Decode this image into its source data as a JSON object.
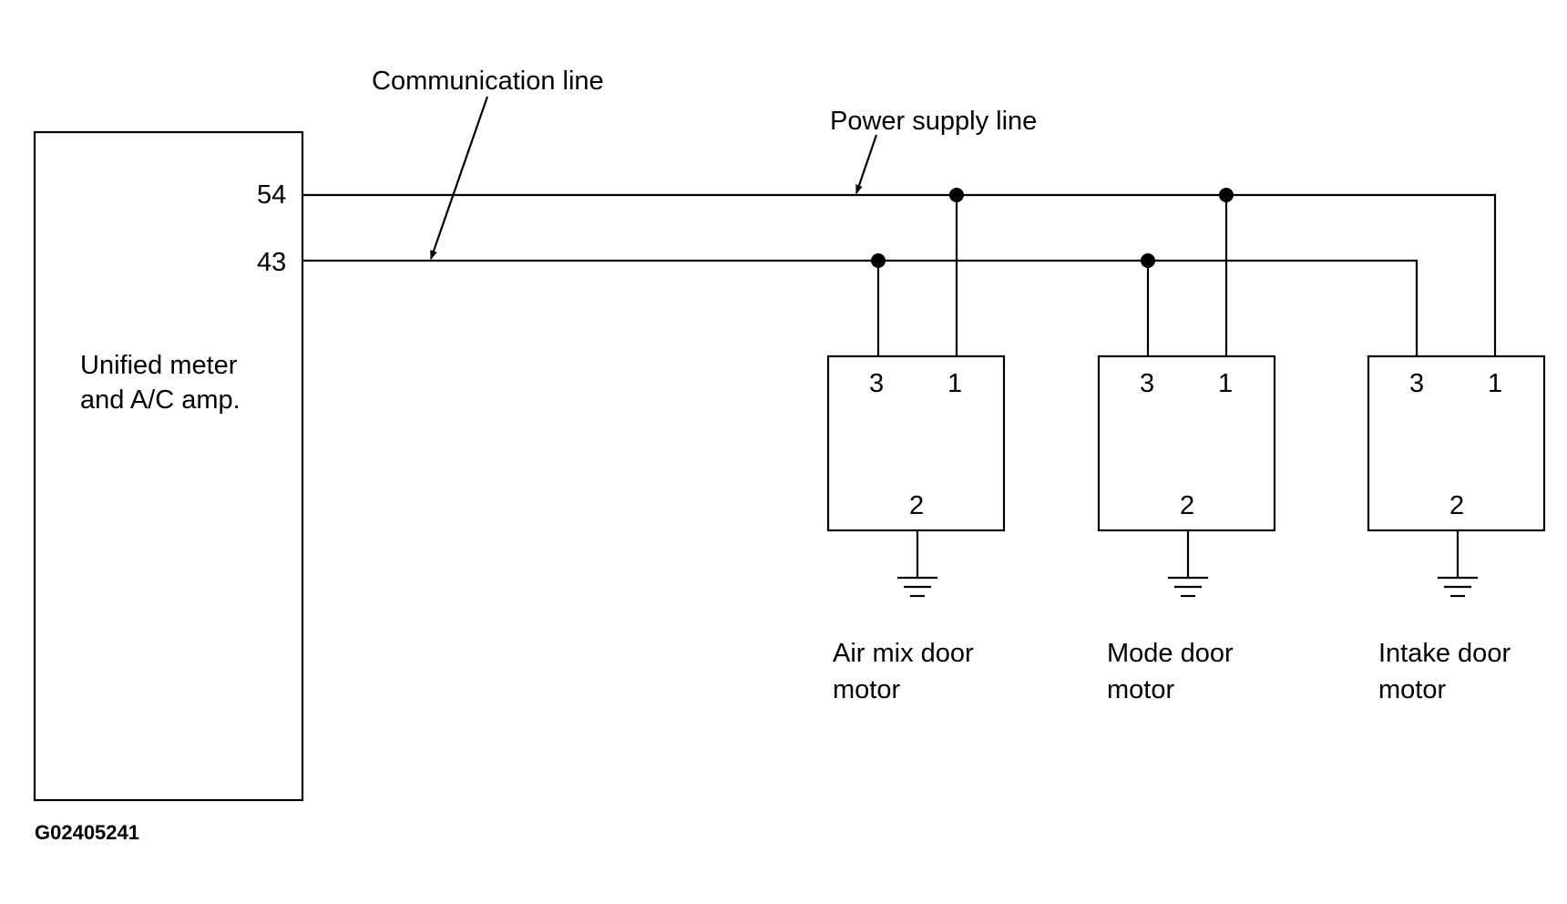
{
  "labels": {
    "communication_line": "Communication line",
    "power_supply_line": "Power supply line"
  },
  "amp": {
    "name_line1": "Unified meter",
    "name_line2": "and A/C amp.",
    "terminal_power": "54",
    "terminal_comm": "43"
  },
  "motors": [
    {
      "name_line1": "Air mix door",
      "name_line2": "motor",
      "pin_comm": "3",
      "pin_power": "1",
      "pin_ground": "2"
    },
    {
      "name_line1": "Mode door",
      "name_line2": "motor",
      "pin_comm": "3",
      "pin_power": "1",
      "pin_ground": "2"
    },
    {
      "name_line1": "Intake door",
      "name_line2": "motor",
      "pin_comm": "3",
      "pin_power": "1",
      "pin_ground": "2"
    }
  ],
  "figure_code": "G02405241"
}
